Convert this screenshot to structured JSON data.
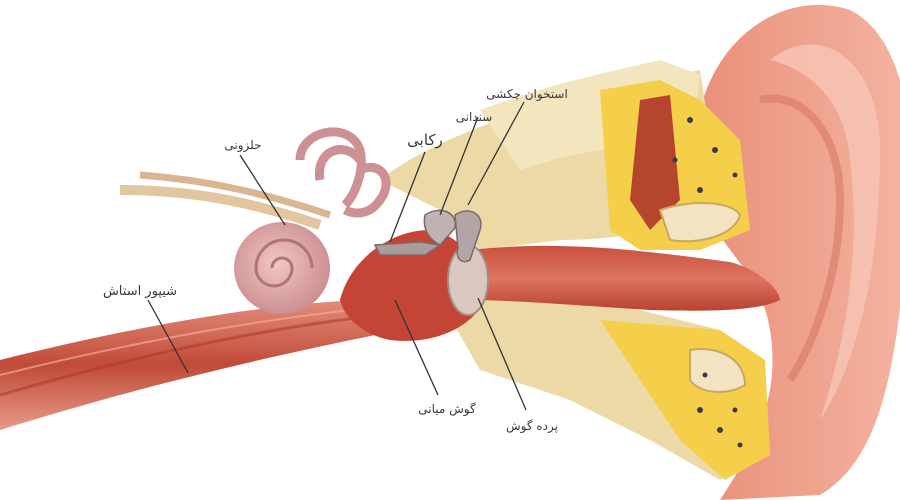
{
  "labels": {
    "malleus": "استخوان چکشی",
    "incus": "سندانی",
    "stapes": "رکابی",
    "cochlea": "حلزونی",
    "eustachian_tube": "شیپور استاش",
    "middle_ear": "گوش میانی",
    "eardrum": "پرده گوش"
  }
}
